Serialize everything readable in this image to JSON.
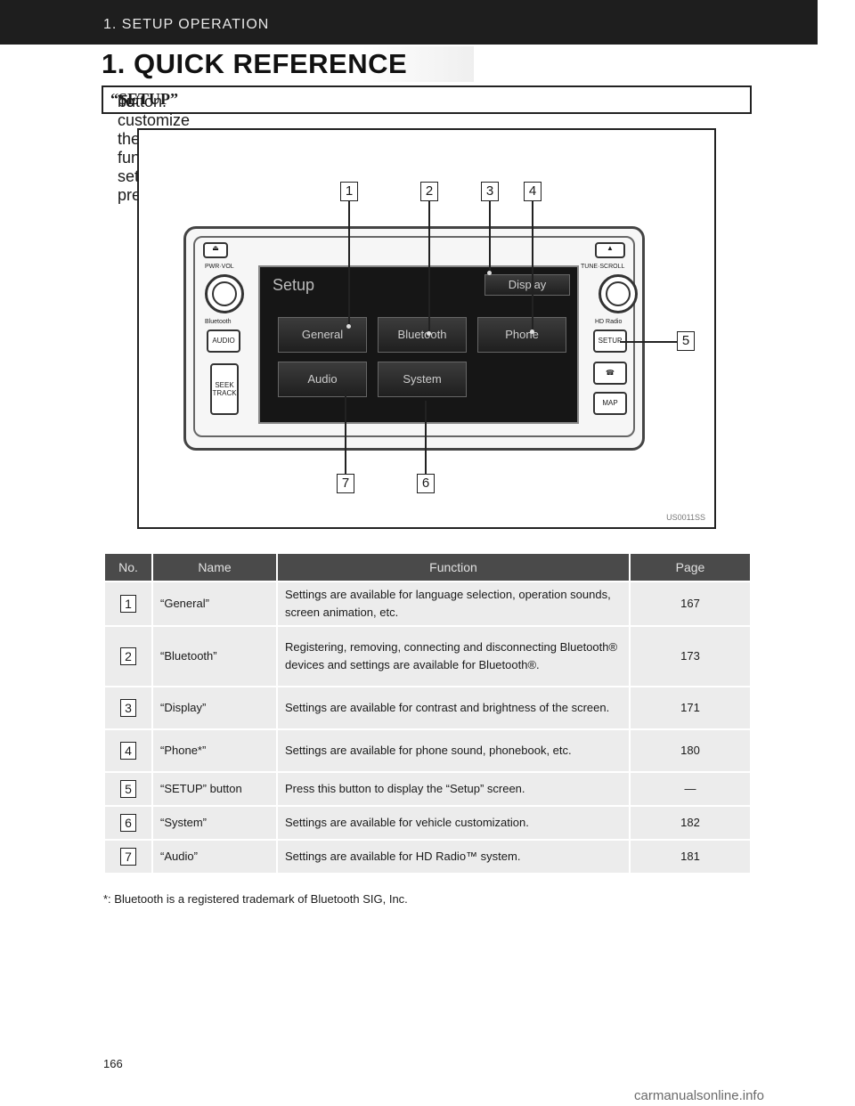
{
  "header": {
    "section": "1. SETUP OPERATION",
    "title": "1. QUICK REFERENCE"
  },
  "intro": {
    "before": "To customize the function settings, press the ",
    "button": "“SETUP”",
    "after": " button."
  },
  "figure": {
    "code": "US0011SS",
    "screen_title": "Setup",
    "buttons": {
      "general": "General",
      "bluetooth": "Bluetooth",
      "phone": "Phone",
      "audio": "Audio",
      "system": "System",
      "display": "Display"
    },
    "device_labels": {
      "pwr_vol": "PWR·VOL",
      "tune_scroll": "TUNE·SCROLL",
      "bluetooth": "Bluetooth",
      "hd_radio": "HD Radio",
      "audio": "AUDIO",
      "seek": "SEEK",
      "track": "TRACK",
      "setup": "SETUP",
      "map": "MAP"
    },
    "callouts": [
      "1",
      "2",
      "3",
      "4",
      "5",
      "6",
      "7"
    ]
  },
  "table": {
    "headers": [
      "No.",
      "Name",
      "Function",
      "Page"
    ],
    "rows": [
      {
        "no": "1",
        "name": "“General”",
        "function": "Settings are available for language selection, operation sounds, screen animation, etc.",
        "page": "167"
      },
      {
        "no": "2",
        "name": "“Bluetooth”",
        "function": "Registering, removing, connecting and disconnecting Bluetooth® devices and settings are available for Bluetooth®.",
        "page": "173"
      },
      {
        "no": "3",
        "name": "“Display”",
        "function": "Settings are available for contrast and brightness of the screen.",
        "page": "171"
      },
      {
        "no": "4",
        "name": "“Phone*”",
        "function": "Settings are available for phone sound, phonebook, etc.",
        "page": "180"
      },
      {
        "no": "5",
        "name": "“SETUP” button",
        "function": "Press this button to display the “Setup” screen.",
        "page": "—"
      },
      {
        "no": "6",
        "name": "“System”",
        "function": "Settings are available for vehicle customization.",
        "page": "182"
      },
      {
        "no": "7",
        "name": "“Audio”",
        "function": "Settings are available for HD Radio™ system.",
        "page": "181"
      }
    ]
  },
  "footnote": "*: Bluetooth is a registered trademark of Bluetooth SIG, Inc.",
  "page_number": "166",
  "watermark": "carmanualsonline.info"
}
